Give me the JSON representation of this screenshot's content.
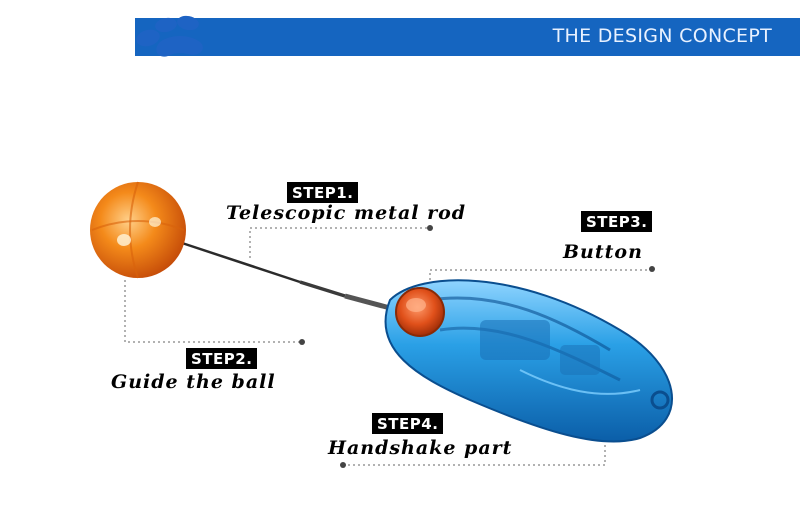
{
  "header": {
    "title": "THE DESIGN CONCEPT",
    "band_color": "#1565c0",
    "logo_icon": "paw-print-icon"
  },
  "steps": [
    {
      "badge": "STEP1.",
      "caption": "Telescopic metal rod"
    },
    {
      "badge": "STEP2.",
      "caption": "Guide the ball"
    },
    {
      "badge": "STEP3.",
      "caption": "Button"
    },
    {
      "badge": "STEP4.",
      "caption": "Handshake part"
    }
  ],
  "colors": {
    "ball": "#f07a10",
    "handle": "#2a9fe0",
    "button": "#e0501a",
    "rod": "#333333"
  }
}
